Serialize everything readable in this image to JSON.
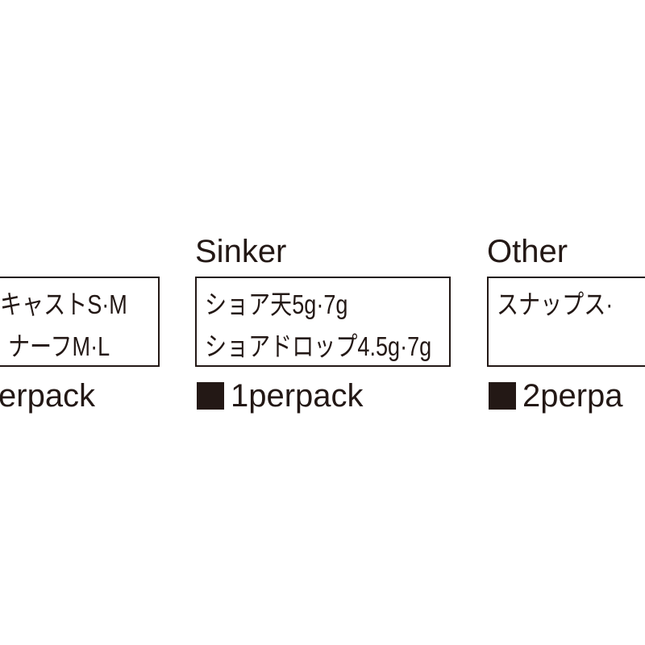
{
  "columns": [
    {
      "header": "",
      "lines": [
        "キャストS·M",
        "ナーフM·L"
      ],
      "pack": "erpack"
    },
    {
      "header": "Sinker",
      "lines": [
        "ショア天5g·7g",
        "ショアドロップ4.5g·7g"
      ],
      "pack": "1perpack"
    },
    {
      "header": "Other",
      "lines": [
        "スナップス·"
      ],
      "pack": "2perpa"
    }
  ],
  "colors": {
    "ink": "#231815",
    "background": "#ffffff"
  }
}
